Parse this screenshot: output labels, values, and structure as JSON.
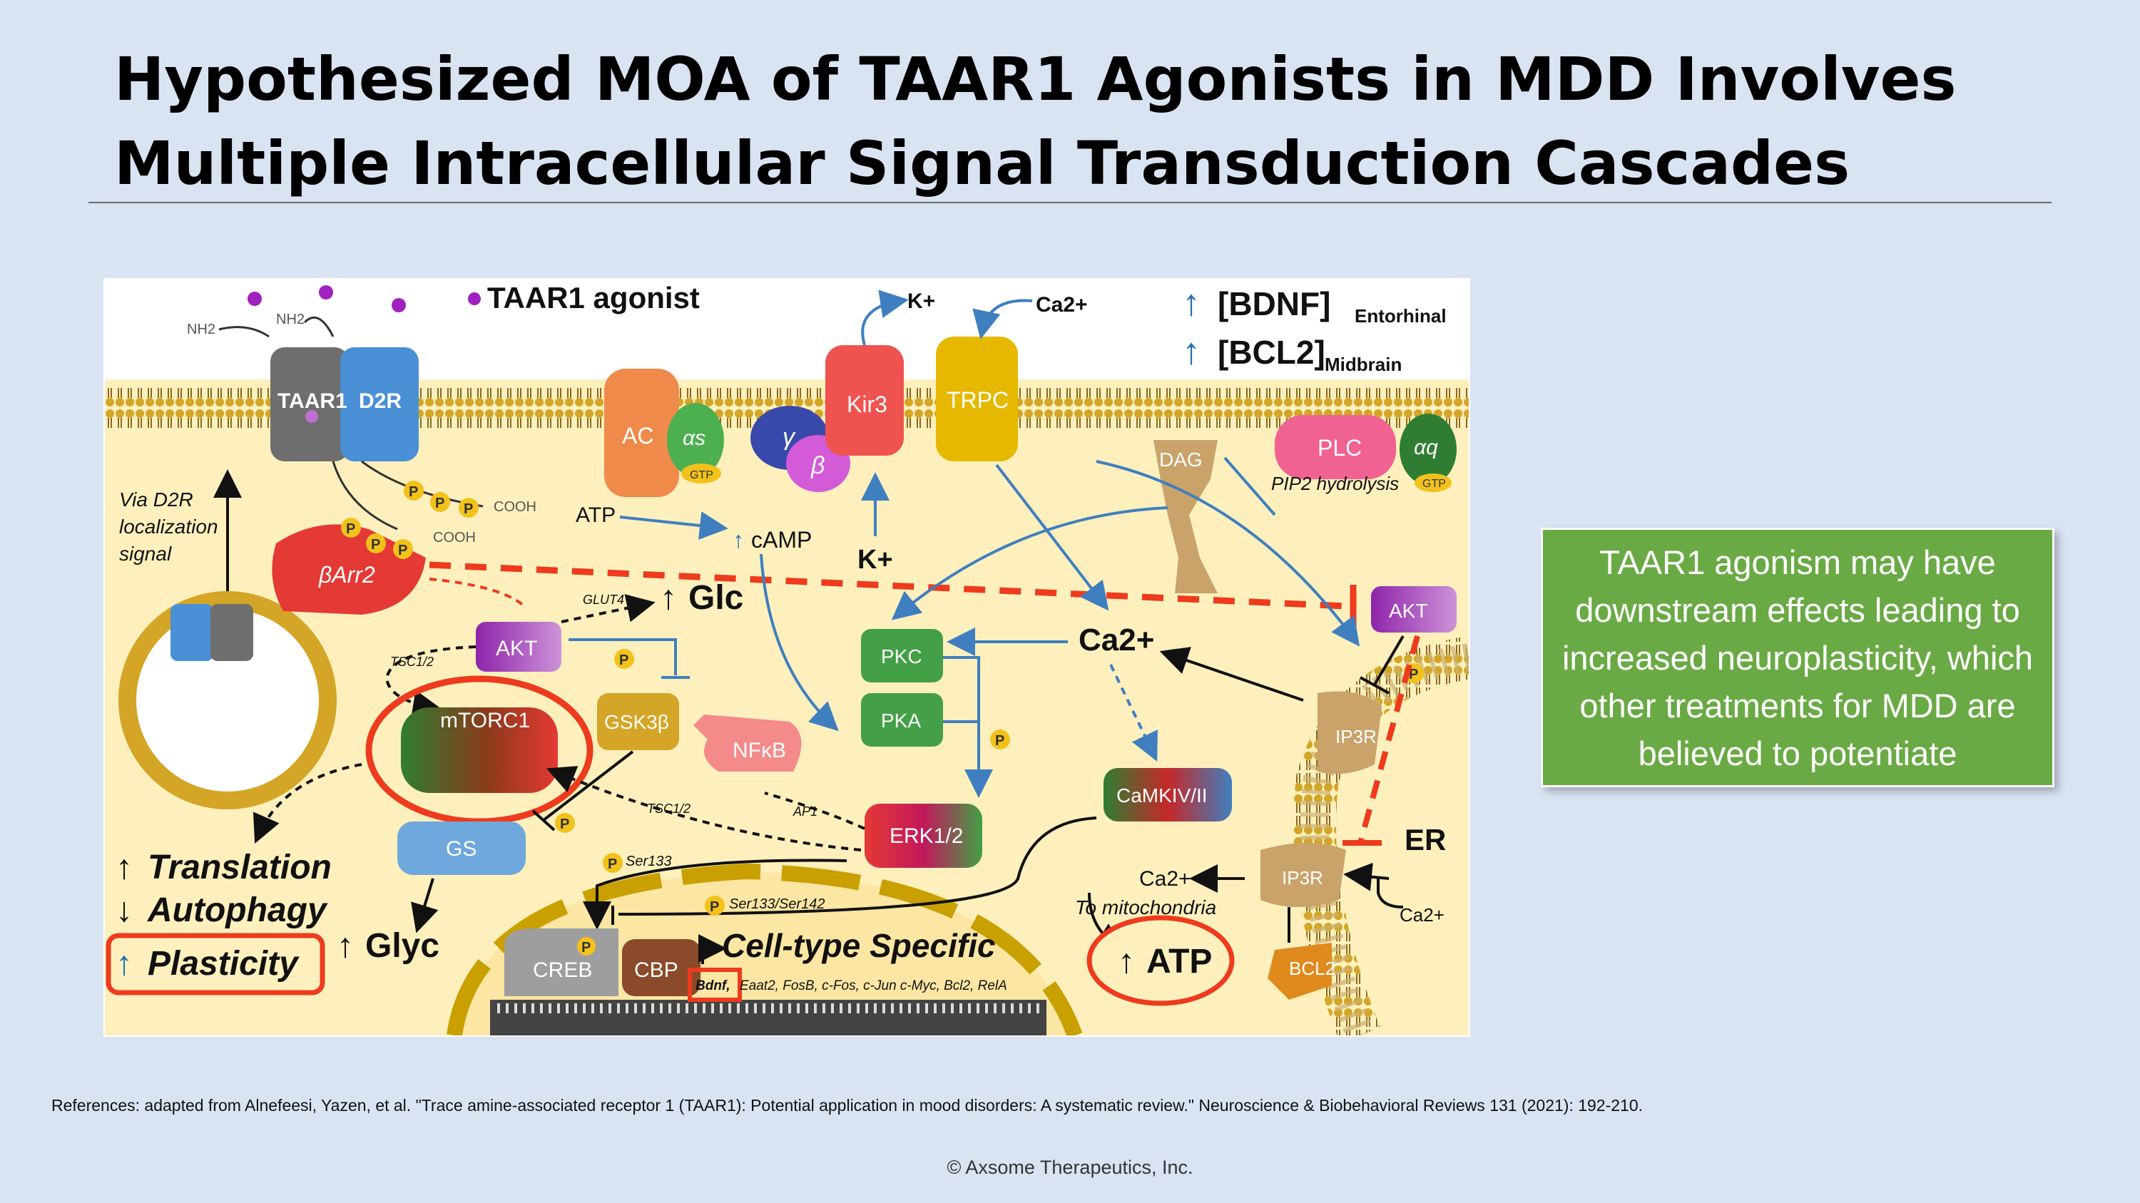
{
  "slide": {
    "title": "Hypothesized MOA of TAAR1 Agonists in MDD Involves Multiple Intracellular Signal Transduction Cascades",
    "callout": "TAAR1 agonism may have downstream effects leading to increased neuroplasticity, which other treatments for MDD are believed to potentiate",
    "references": "References: adapted from Alnefeesi, Yazen, et al. \"Trace amine-associated receptor 1 (TAAR1): Potential application in mood disorders: A systematic review.\" Neuroscience & Biobehavioral Reviews 131 (2021): 192-210.",
    "copyright": "© Axsome Therapeutics, Inc."
  },
  "diagram": {
    "legend_agonist": "TAAR1 agonist",
    "bdnf": "[BDNF]",
    "bdnf_sub": "Entorhinal",
    "bcl2_level": "[BCL2]",
    "bcl2_sub": "Midbrain",
    "nh2": "NH2",
    "cooh": "COOH",
    "taar1": "TAAR1",
    "d2r": "D2R",
    "via_d2r": [
      "Via D2R",
      "localization",
      "signal"
    ],
    "ac": "AC",
    "alpha_s": "αs",
    "gtp": "GTP",
    "gamma": "γ",
    "beta": "β",
    "kir3": "Kir3",
    "trpc": "TRPC",
    "k_plus": "K+",
    "ca2_plus": "Ca2+",
    "plc": "PLC",
    "alpha_q": "αq",
    "dag": "DAG",
    "pip2": "PIP2 hydrolysis",
    "atp_in": "ATP",
    "camp": "cAMP",
    "k_plus_mid": "K+",
    "barr2": "βArr2",
    "p": "P",
    "glut4": "GLUT4",
    "glc": "Glc",
    "akt": "AKT",
    "akt_right": "AKT",
    "tsc12": "TSC1/2",
    "tsc12_lower": "TSC1/2",
    "mtorc1": "mTORC1",
    "gsk3b": "GSK3β",
    "nfkb": "NFκB",
    "pkc": "PKC",
    "pka": "PKA",
    "ca2_center": "Ca2+",
    "camkiv": "CaMKIV/II",
    "erk": "ERK1/2",
    "ap1": "AP1",
    "gs": "GS",
    "ser133": "Ser133",
    "ser133_142": "Ser133/Ser142",
    "translation": "Translation",
    "autophagy": "Autophagy",
    "plasticity": "Plasticity",
    "glyc": "Glyc",
    "creb": "CREB",
    "cbp": "CBP",
    "cell_type": "Cell-type Specific",
    "genes_bdnf": "Bdnf,",
    "genes_rest": "Eaat2, FosB, c-Fos, c-Jun c-Myc, Bcl2, RelA",
    "ip3r_upper": "IP3R",
    "ip3r_lower": "IP3R",
    "er": "ER",
    "ca2_mito": "Ca2+",
    "to_mito": "To mitochondria",
    "atp_out": "ATP",
    "bcl2": "BCL2",
    "ca2_er": "Ca2+",
    "up": "↑",
    "down": "↓"
  },
  "colors": {
    "background": "#d9e3f2",
    "cytoplasm": "#fdf3c8",
    "callout_green": "#6aaa45",
    "highlight_red": "#ee3b1d",
    "arrow_blue": "#3f7fbf",
    "phospho_yellow": "#f2c21b"
  }
}
